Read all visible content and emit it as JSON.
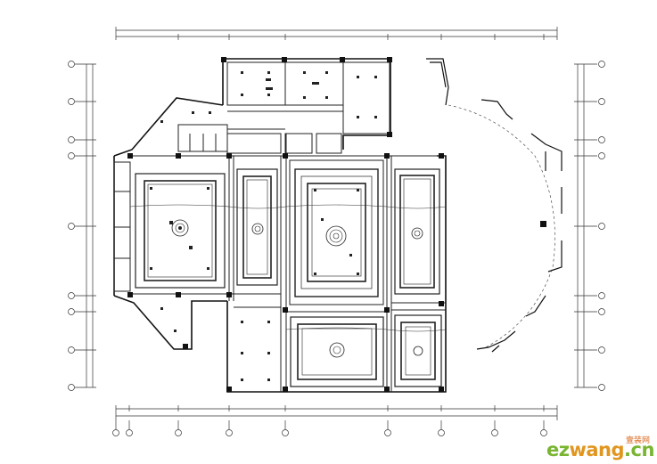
{
  "title": "",
  "watermark": {
    "part1": "ez",
    "part2": "wang",
    "part3": ".cn",
    "cn": "壹装网"
  },
  "colors": {
    "line": "#1a1a1a",
    "wall": "#111111",
    "dim": "#333333",
    "logo_green": "#79b531",
    "logo_orange": "#e0961f"
  }
}
